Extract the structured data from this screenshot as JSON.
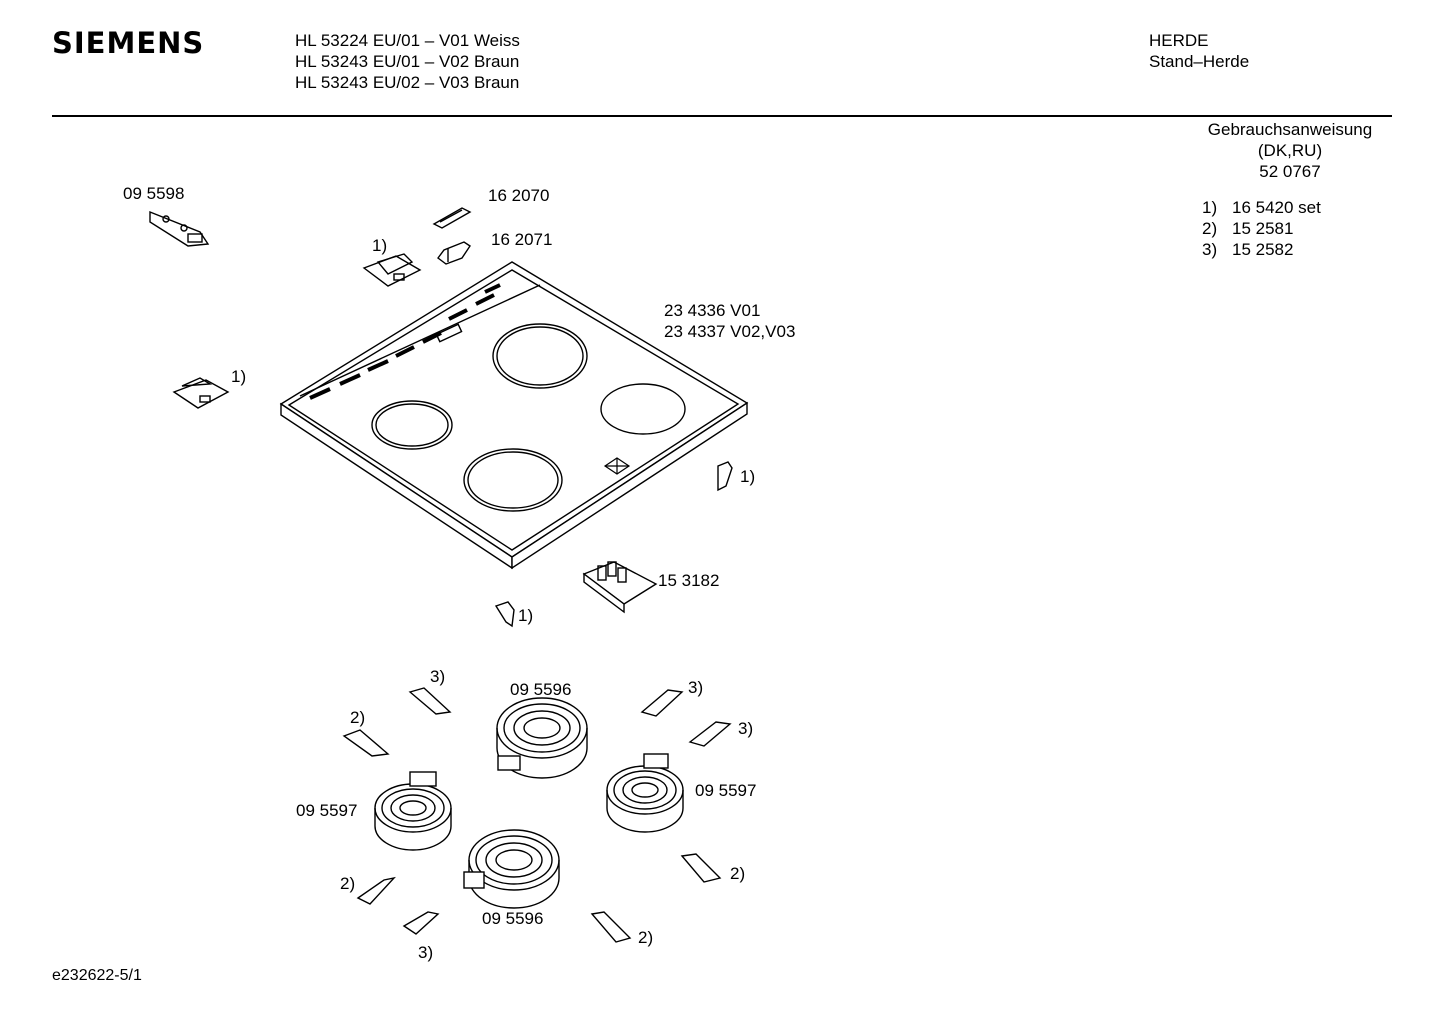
{
  "header": {
    "brand": "SIEMENS",
    "models": [
      "HL 53224 EU/01 – V01 Weiss",
      "HL 53243 EU/01 – V02 Braun",
      "HL 53243 EU/02 – V03 Braun"
    ],
    "category": "HERDE",
    "subcategory": "Stand–Herde"
  },
  "manual": {
    "title": "Gebrauchsanweisung",
    "languages": "(DK,RU)",
    "number": "52 0767"
  },
  "notes": [
    {
      "num": "1)",
      "text": "16 5420 set"
    },
    {
      "num": "2)",
      "text": "15 2581"
    },
    {
      "num": "3)",
      "text": "15 2582"
    }
  ],
  "labels": {
    "bracket_top_left": "09 5598",
    "clip_a": "16 2070",
    "clip_b": "16 2071",
    "cooktop_v01": "23 4336 V01",
    "cooktop_v02v03": "23 4337 V02,V03",
    "terminal_block": "15 3182",
    "heater_top": "09 5596",
    "heater_left": "09 5597",
    "heater_right": "09 5597",
    "heater_bottom": "09 5596",
    "ref1": "1)",
    "ref2": "2)",
    "ref3": "3)"
  },
  "footer": "e232622-5/1"
}
